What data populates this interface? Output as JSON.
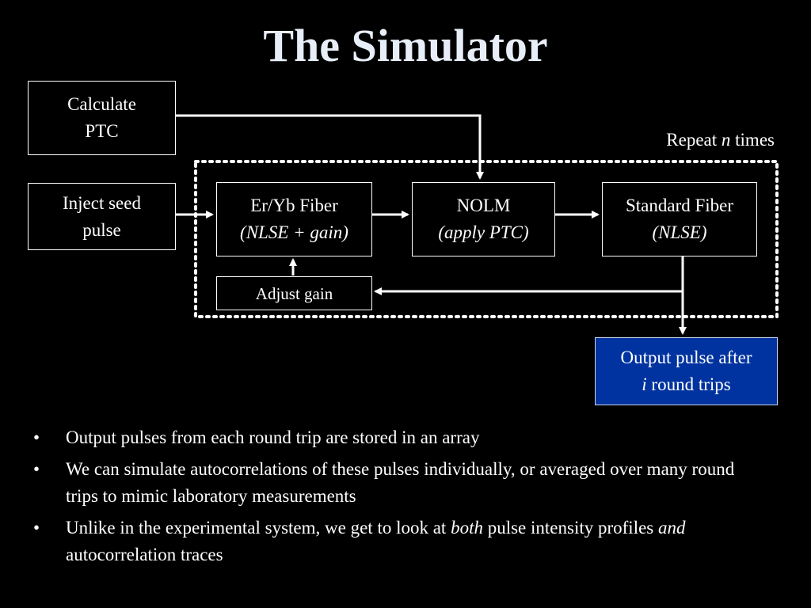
{
  "title": "The Simulator",
  "repeat_label": {
    "prefix": "Repeat ",
    "variable": "n",
    "suffix": " times"
  },
  "boxes": {
    "calc_ptc": {
      "line1": "Calculate",
      "line2": "PTC"
    },
    "inject": {
      "line1": "Inject seed",
      "line2": "pulse"
    },
    "eryb": {
      "line1": "Er/Yb Fiber",
      "line2": "(NLSE + gain)"
    },
    "nolm": {
      "line1": "NOLM",
      "line2": "(apply PTC)"
    },
    "std_fiber": {
      "line1": "Standard Fiber",
      "line2": "(NLSE)"
    },
    "adjust": {
      "label": "Adjust gain"
    },
    "output": {
      "line1": "Output pulse after",
      "line2_var": "i",
      "line2_rest": " round trips"
    }
  },
  "bullets": {
    "marker": "•",
    "b1": {
      "text": "Output pulses from each round trip are stored in an array"
    },
    "b2": {
      "text": "We can simulate autocorrelations of these pulses individually, or averaged over many round trips to mimic laboratory measurements"
    },
    "b3": {
      "part1": "Unlike in the experimental system, we get to look at ",
      "italic1": "both",
      "part2": " pulse intensity profiles ",
      "italic2": "and",
      "part3": " autocorrelation traces"
    }
  },
  "colors": {
    "background": "#000000",
    "foreground": "#ffffff",
    "output_box": "#0033a0"
  }
}
